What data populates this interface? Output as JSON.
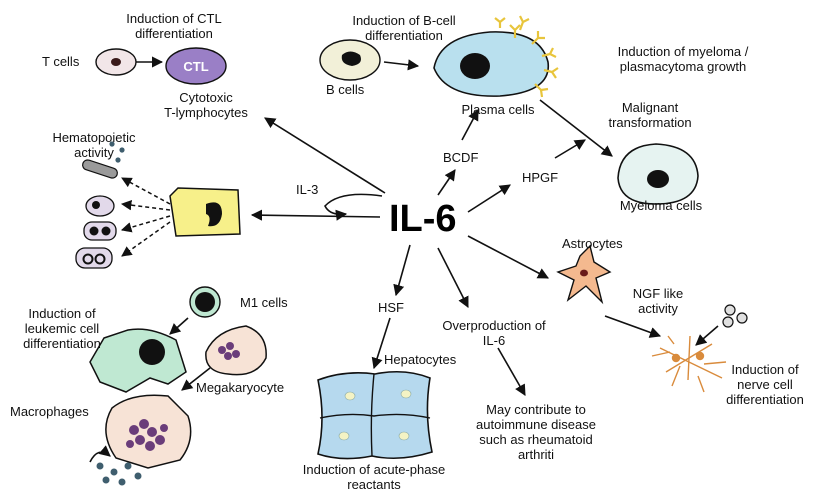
{
  "center": "IL-6",
  "colors": {
    "line": "#111111",
    "ctl_fill": "#9a7fc6",
    "plasma_fill": "#b9e0ee",
    "receptor": "#e8c53c",
    "myeloma_fill": "#e6f3f1",
    "bcell_fill": "#f2f0d8",
    "yellow_cell": "#f7f08a",
    "astro_fill": "#f4b98f",
    "neuron": "#d98b3c",
    "macro_fill": "#bfe8d2",
    "mega_fill": "#f7e3d6",
    "mega_nucleus": "#6a3d7a",
    "hepato_fill": "#b6d9ee",
    "small_cell_fill": "#e2d9ea",
    "dots": "#3f5e6e",
    "rod": "#9a9a9a"
  },
  "labels": {
    "ctl_induction": "Induction of CTL\ndifferentiation",
    "t_cells": "T cells",
    "ctl": "CTL",
    "cytotoxic": "Cytotoxic\nT-lymphocytes",
    "bcell_induction": "Induction of B-cell\ndifferentiation",
    "b_cells": "B cells",
    "plasma_cells": "Plasma cells",
    "myeloma_induction": "Induction of myeloma /\nplasmacytoma growth",
    "malignant": "Malignant\ntransformation",
    "myeloma_cells": "Myeloma cells",
    "hematopoietic": "Hematopoietic\nactivity",
    "il3": "IL-3",
    "bcdf": "BCDF",
    "hpgf": "HPGF",
    "astrocytes": "Astrocytes",
    "ngf": "NGF like\nactivity",
    "nerve": "Induction of\nnerve cell\ndifferentiation",
    "hsf": "HSF",
    "overproduction": "Overproduction of\nIL-6",
    "hepatocytes": "Hepatocytes",
    "autoimmune": "May contribute to\nautoimmune disease\nsuch as rheumatoid\narthriti",
    "acute_phase": "Induction of acute-phase\nreactants",
    "m1_cells": "M1 cells",
    "leukemic": "Induction of\nleukemic cell\ndifferentiation",
    "megakaryocyte": "Megakaryocyte",
    "macrophages": "Macrophages"
  }
}
